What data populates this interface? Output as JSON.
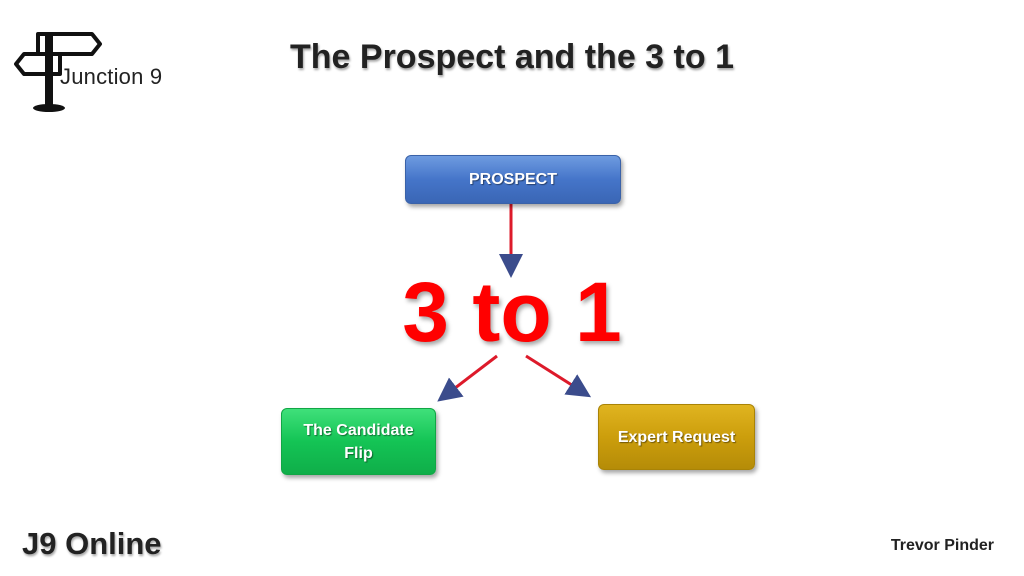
{
  "logo": {
    "text": "Junction 9",
    "icon": "signpost-icon"
  },
  "title": "The Prospect and the 3 to 1",
  "diagram": {
    "top_node": "PROSPECT",
    "center_label": "3 to 1",
    "left_node": "The Candidate Flip",
    "right_node": "Expert Request",
    "colors": {
      "prospect": "#4575c9",
      "candidate": "#14c455",
      "expert": "#cc9e0c",
      "arrow": "#dd1a2a",
      "center_label": "#ff0000"
    }
  },
  "footer": {
    "left": "J9 Online",
    "right": "Trevor Pinder"
  }
}
